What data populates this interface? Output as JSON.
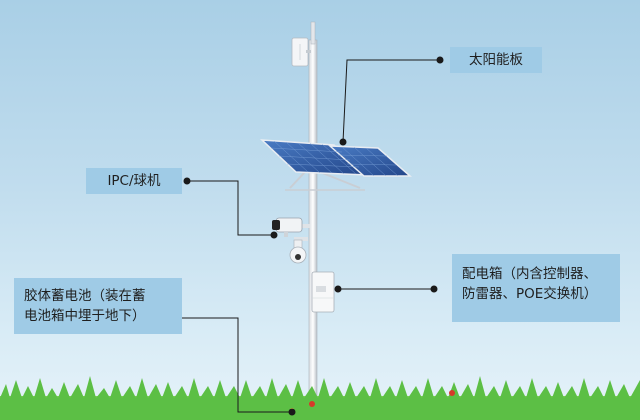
{
  "callouts": {
    "solar_panel": "太阳能板",
    "ipc_camera": "IPC/球机",
    "battery": "胶体蓄电池（装在蓄\n电池箱中埋于地下）",
    "distribution_box": "配电箱（内含控制器、\n防雷器、POE交换机）"
  },
  "colors": {
    "sky_top": "#a9cfe6",
    "label_bg": "#9fcbe6",
    "leader_line": "#1a1a1a",
    "grass": "#4db34a"
  },
  "icons": [
    "wifi-bridge-icon",
    "solar-panel-icon",
    "bullet-camera-icon",
    "dome-camera-icon",
    "distribution-box-icon"
  ]
}
